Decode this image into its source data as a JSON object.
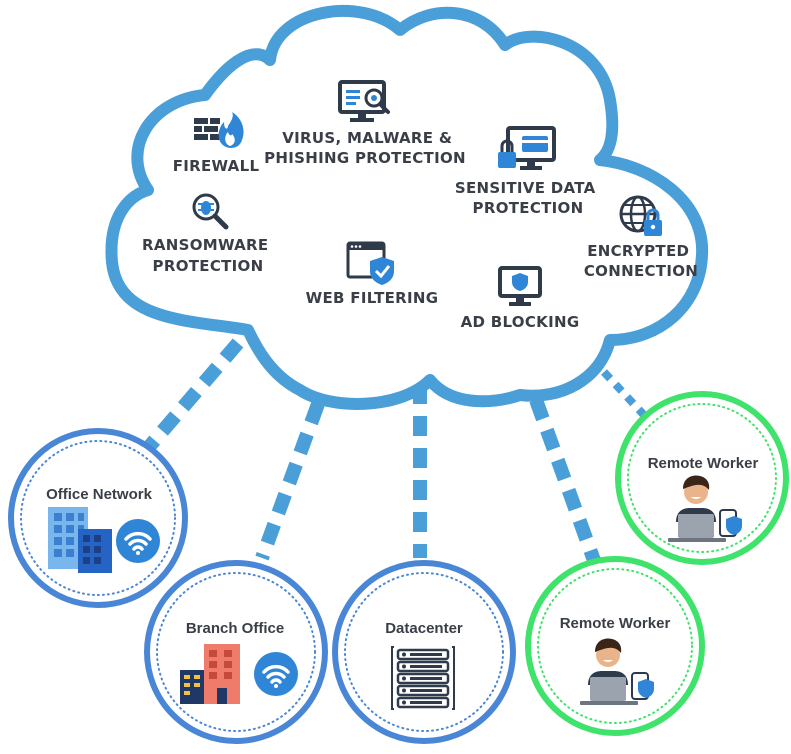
{
  "colors": {
    "cloud_stroke": "#4a9fd8",
    "connector": "#4a9fd8",
    "site_ring": "#4a86d6",
    "remote_ring": "#3fe26a",
    "icon_dark": "#2f3a4a",
    "icon_blue": "#2f86d6",
    "text": "#3a3f47"
  },
  "cloud_services": [
    {
      "id": "firewall",
      "icon": "firewall-icon",
      "lines": [
        "FIREWALL"
      ]
    },
    {
      "id": "virus",
      "icon": "monitor-scan-icon",
      "lines": [
        "VIRUS, MALWARE &",
        "PHISHING PROTECTION"
      ]
    },
    {
      "id": "sensitive",
      "icon": "monitor-lock-icon",
      "lines": [
        "SENSITIVE DATA",
        "PROTECTION"
      ]
    },
    {
      "id": "ransomware",
      "icon": "bug-magnifier-icon",
      "lines": [
        "RANSOMWARE",
        "PROTECTION"
      ]
    },
    {
      "id": "webfilter",
      "icon": "browser-shield-icon",
      "lines": [
        "WEB FILTERING"
      ]
    },
    {
      "id": "encrypted",
      "icon": "globe-lock-icon",
      "lines": [
        "ENCRYPTED",
        "CONNECTION"
      ]
    },
    {
      "id": "adblock",
      "icon": "monitor-shield-icon",
      "lines": [
        "AD BLOCKING"
      ]
    }
  ],
  "sites": [
    {
      "id": "office",
      "label": "Office Network",
      "icon": "office-building-wifi-icon",
      "kind": "site"
    },
    {
      "id": "branch",
      "label": "Branch Office",
      "icon": "branch-building-wifi-icon",
      "kind": "site"
    },
    {
      "id": "datacenter",
      "label": "Datacenter",
      "icon": "server-rack-icon",
      "kind": "site"
    },
    {
      "id": "remote1",
      "label": "Remote Worker",
      "icon": "remote-worker-icon",
      "kind": "remote"
    },
    {
      "id": "remote2",
      "label": "Remote Worker",
      "icon": "remote-worker-icon",
      "kind": "remote"
    }
  ]
}
